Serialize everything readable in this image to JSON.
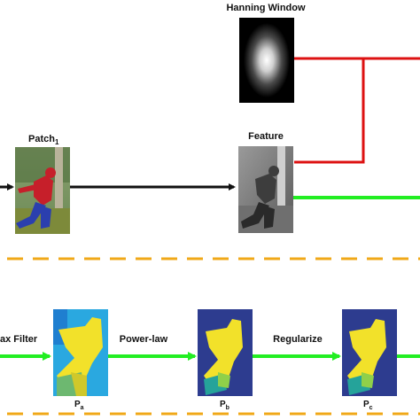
{
  "labels": {
    "hanning_window": "Hanning Window",
    "patch_base": "Patch",
    "patch_sub": "1",
    "feature": "Feature",
    "max_filter": "ax Filter",
    "power_law": "Power-law",
    "regularize": "Regularize",
    "p_base": "P",
    "pa_sub": "a",
    "pb_sub": "b",
    "pc_sub": "c"
  },
  "colors": {
    "red_line": "#dd1111",
    "green_line": "#22ee22",
    "black_arrow": "#111111",
    "dashed_divider": "#f0a818",
    "map_background": "#2d3c8f",
    "map_cyan": "#2aa8e0",
    "map_yellow": "#f2e12a",
    "map_teal": "#25a39a"
  },
  "icons": {
    "patch_image": "person-patch-photo",
    "feature_image": "grayscale-feature-map",
    "hanning_image": "hanning-window-heatmap"
  }
}
